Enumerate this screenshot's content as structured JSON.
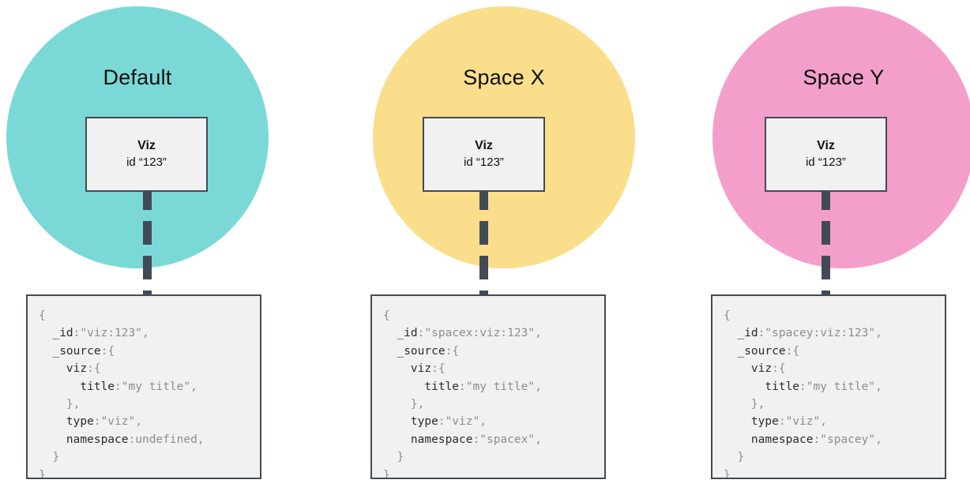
{
  "diagram": {
    "title_hidden": "",
    "groups": [
      {
        "id": "default",
        "title": "Default",
        "circle_color": "#7ad9d6",
        "node": {
          "title": "Viz",
          "subtitle": "id “123”"
        },
        "code_lines": [
          [
            {
              "t": "{",
              "c": "brace"
            }
          ],
          [
            {
              "t": "  ",
              "c": "plain"
            },
            {
              "t": "_id",
              "c": "key"
            },
            {
              "t": ":",
              "c": "punct"
            },
            {
              "t": "\"viz:123\"",
              "c": "str"
            },
            {
              "t": ",",
              "c": "punct"
            }
          ],
          [
            {
              "t": "  ",
              "c": "plain"
            },
            {
              "t": "_source",
              "c": "key"
            },
            {
              "t": ":",
              "c": "punct"
            },
            {
              "t": "{",
              "c": "brace"
            }
          ],
          [
            {
              "t": "    ",
              "c": "plain"
            },
            {
              "t": "viz",
              "c": "key"
            },
            {
              "t": ":",
              "c": "punct"
            },
            {
              "t": "{",
              "c": "brace"
            }
          ],
          [
            {
              "t": "      ",
              "c": "plain"
            },
            {
              "t": "title",
              "c": "key"
            },
            {
              "t": ":",
              "c": "punct"
            },
            {
              "t": "\"my title\"",
              "c": "str"
            },
            {
              "t": ",",
              "c": "punct"
            }
          ],
          [
            {
              "t": "    ",
              "c": "plain"
            },
            {
              "t": "}",
              "c": "brace"
            },
            {
              "t": ",",
              "c": "punct"
            }
          ],
          [
            {
              "t": "    ",
              "c": "plain"
            },
            {
              "t": "type",
              "c": "key"
            },
            {
              "t": ":",
              "c": "punct"
            },
            {
              "t": "\"viz\"",
              "c": "str"
            },
            {
              "t": ",",
              "c": "punct"
            }
          ],
          [
            {
              "t": "    ",
              "c": "plain"
            },
            {
              "t": "namespace",
              "c": "key"
            },
            {
              "t": ":",
              "c": "punct"
            },
            {
              "t": "undefined",
              "c": "undef"
            },
            {
              "t": ",",
              "c": "punct"
            }
          ],
          [
            {
              "t": "  ",
              "c": "plain"
            },
            {
              "t": "}",
              "c": "brace"
            }
          ],
          [
            {
              "t": "}",
              "c": "brace"
            }
          ]
        ]
      },
      {
        "id": "space-x",
        "title": "Space X",
        "circle_color": "#fade8b",
        "node": {
          "title": "Viz",
          "subtitle": "id “123”"
        },
        "code_lines": [
          [
            {
              "t": "{",
              "c": "brace"
            }
          ],
          [
            {
              "t": "  ",
              "c": "plain"
            },
            {
              "t": "_id",
              "c": "key"
            },
            {
              "t": ":",
              "c": "punct"
            },
            {
              "t": "\"spacex:viz:123\"",
              "c": "str"
            },
            {
              "t": ",",
              "c": "punct"
            }
          ],
          [
            {
              "t": "  ",
              "c": "plain"
            },
            {
              "t": "_source",
              "c": "key"
            },
            {
              "t": ":",
              "c": "punct"
            },
            {
              "t": "{",
              "c": "brace"
            }
          ],
          [
            {
              "t": "    ",
              "c": "plain"
            },
            {
              "t": "viz",
              "c": "key"
            },
            {
              "t": ":",
              "c": "punct"
            },
            {
              "t": "{",
              "c": "brace"
            }
          ],
          [
            {
              "t": "      ",
              "c": "plain"
            },
            {
              "t": "title",
              "c": "key"
            },
            {
              "t": ":",
              "c": "punct"
            },
            {
              "t": "\"my title\"",
              "c": "str"
            },
            {
              "t": ",",
              "c": "punct"
            }
          ],
          [
            {
              "t": "    ",
              "c": "plain"
            },
            {
              "t": "}",
              "c": "brace"
            },
            {
              "t": ",",
              "c": "punct"
            }
          ],
          [
            {
              "t": "    ",
              "c": "plain"
            },
            {
              "t": "type",
              "c": "key"
            },
            {
              "t": ":",
              "c": "punct"
            },
            {
              "t": "\"viz\"",
              "c": "str"
            },
            {
              "t": ",",
              "c": "punct"
            }
          ],
          [
            {
              "t": "    ",
              "c": "plain"
            },
            {
              "t": "namespace",
              "c": "key"
            },
            {
              "t": ":",
              "c": "punct"
            },
            {
              "t": "\"spacex\"",
              "c": "str"
            },
            {
              "t": ",",
              "c": "punct"
            }
          ],
          [
            {
              "t": "  ",
              "c": "plain"
            },
            {
              "t": "}",
              "c": "brace"
            }
          ],
          [
            {
              "t": "}",
              "c": "brace"
            }
          ]
        ]
      },
      {
        "id": "space-y",
        "title": "Space Y",
        "circle_color": "#f49fcb",
        "node": {
          "title": "Viz",
          "subtitle": "id “123”"
        },
        "code_lines": [
          [
            {
              "t": "{",
              "c": "brace"
            }
          ],
          [
            {
              "t": "  ",
              "c": "plain"
            },
            {
              "t": "_id",
              "c": "key"
            },
            {
              "t": ":",
              "c": "punct"
            },
            {
              "t": "\"spacey:viz:123\"",
              "c": "str"
            },
            {
              "t": ",",
              "c": "punct"
            }
          ],
          [
            {
              "t": "  ",
              "c": "plain"
            },
            {
              "t": "_source",
              "c": "key"
            },
            {
              "t": ":",
              "c": "punct"
            },
            {
              "t": "{",
              "c": "brace"
            }
          ],
          [
            {
              "t": "    ",
              "c": "plain"
            },
            {
              "t": "viz",
              "c": "key"
            },
            {
              "t": ":",
              "c": "punct"
            },
            {
              "t": "{",
              "c": "brace"
            }
          ],
          [
            {
              "t": "      ",
              "c": "plain"
            },
            {
              "t": "title",
              "c": "key"
            },
            {
              "t": ":",
              "c": "punct"
            },
            {
              "t": "\"my title\"",
              "c": "str"
            },
            {
              "t": ",",
              "c": "punct"
            }
          ],
          [
            {
              "t": "    ",
              "c": "plain"
            },
            {
              "t": "}",
              "c": "brace"
            },
            {
              "t": ",",
              "c": "punct"
            }
          ],
          [
            {
              "t": "    ",
              "c": "plain"
            },
            {
              "t": "type",
              "c": "key"
            },
            {
              "t": ":",
              "c": "punct"
            },
            {
              "t": "\"viz\"",
              "c": "str"
            },
            {
              "t": ",",
              "c": "punct"
            }
          ],
          [
            {
              "t": "    ",
              "c": "plain"
            },
            {
              "t": "namespace",
              "c": "key"
            },
            {
              "t": ":",
              "c": "punct"
            },
            {
              "t": "\"spacey\"",
              "c": "str"
            },
            {
              "t": ",",
              "c": "punct"
            }
          ],
          [
            {
              "t": "  ",
              "c": "plain"
            },
            {
              "t": "}",
              "c": "brace"
            }
          ],
          [
            {
              "t": "}",
              "c": "brace"
            }
          ]
        ]
      }
    ],
    "colors": {
      "node_border": "#434a57",
      "node_fill": "#f1f1f1",
      "connector": "#434a57",
      "background": "#ffffff",
      "code_key": "#2b2b2b",
      "code_value": "#8d8d8d"
    }
  }
}
